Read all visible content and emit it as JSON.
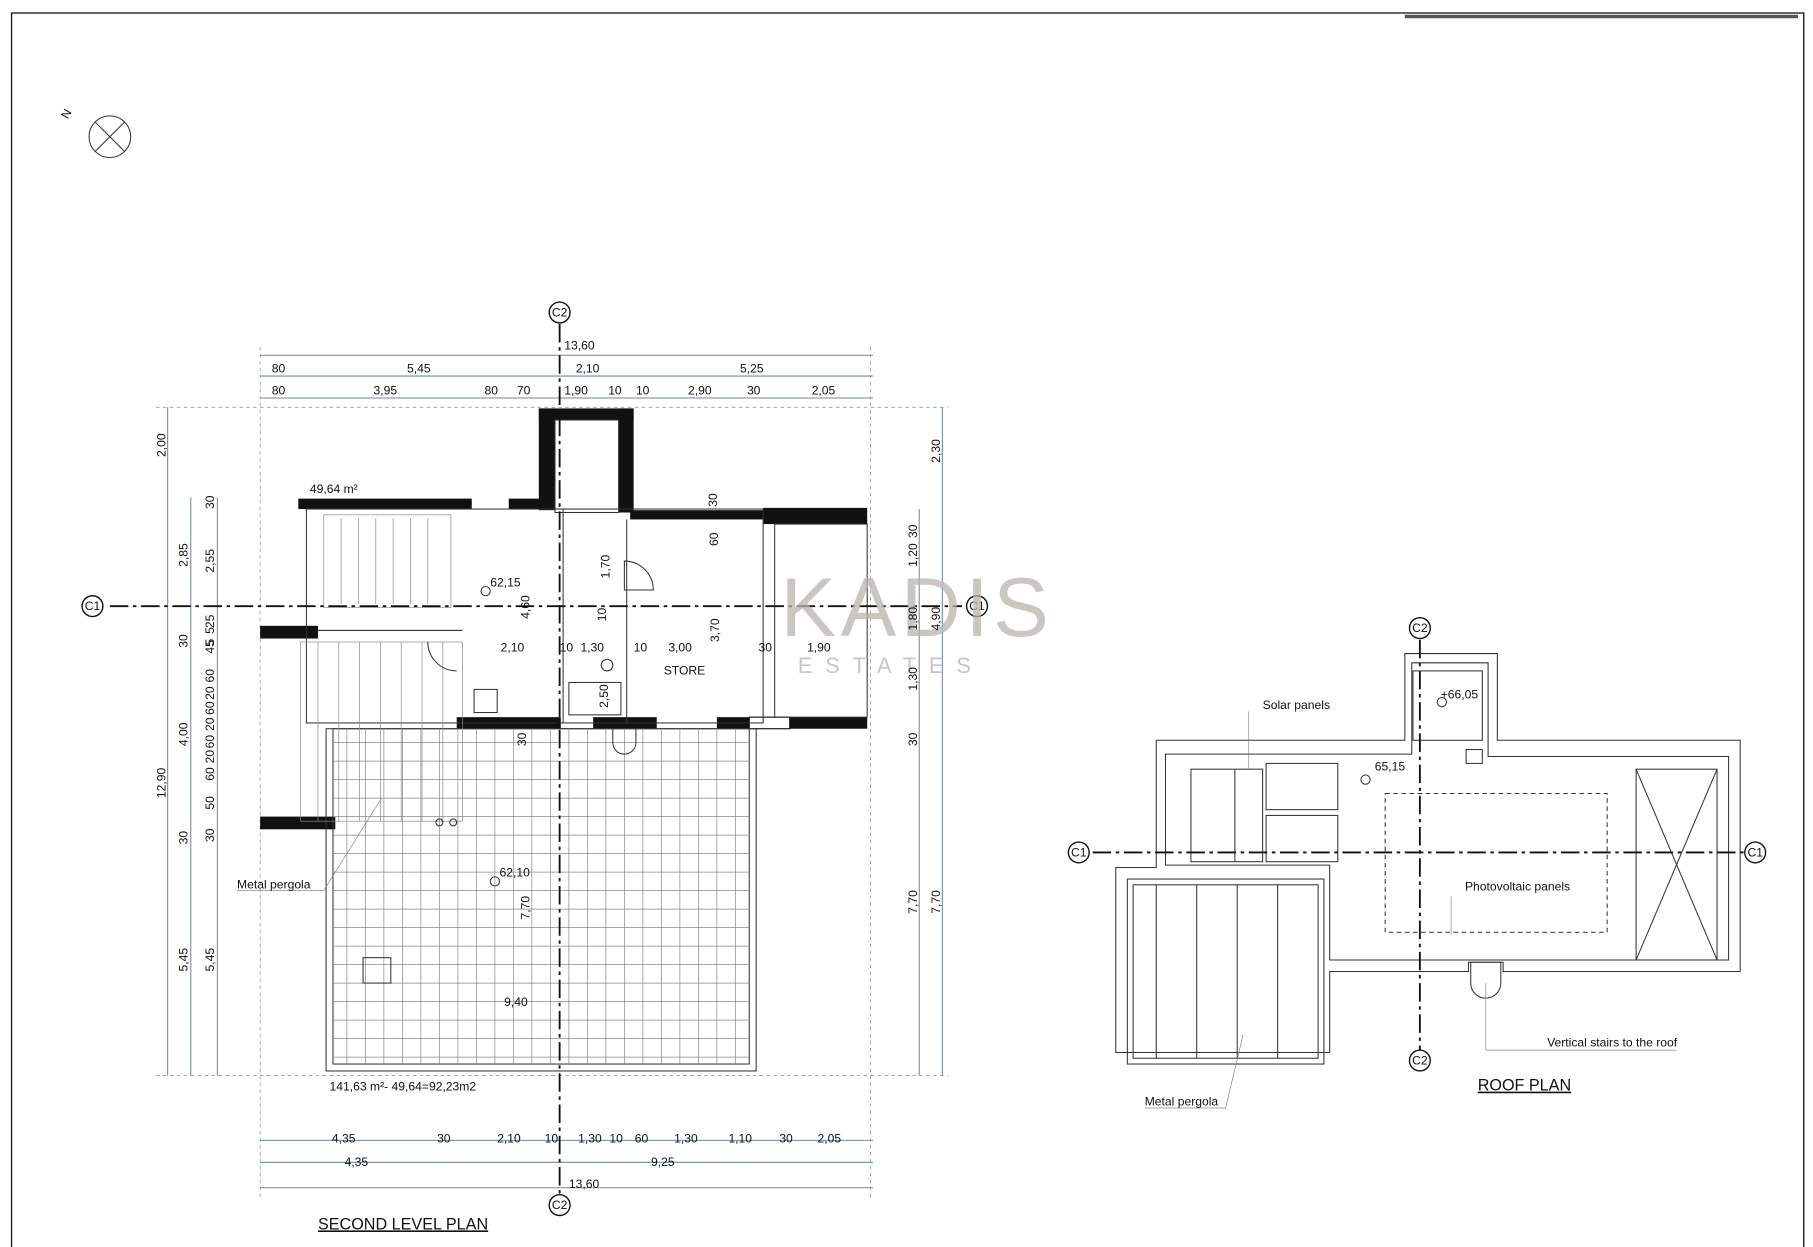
{
  "north_label": "N",
  "axis_labels": {
    "c1": "C1",
    "c2": "C2"
  },
  "watermark": {
    "brand": "KADIS",
    "sub": "ESTATES"
  },
  "second_level": {
    "title": "SECOND LEVEL PLAN",
    "area_top": "49,64 m²",
    "area_total": "141,63 m²- 49,64=92,23m2",
    "levels": [
      "62,15",
      "62,10"
    ],
    "room_store": "STORE",
    "pergola_label": "Metal pergola",
    "dims_top_total": "13,60",
    "dims_top_row1": [
      "80",
      "5,45",
      "2,10",
      "5,25"
    ],
    "dims_top_row2": [
      "80",
      "3,95",
      "80",
      "70",
      "1,90",
      "10",
      "10",
      "2,90",
      "30",
      "2,05"
    ],
    "dims_bottom_row1": [
      "4,35",
      "30",
      "2,10",
      "10",
      "1,30",
      "10",
      "60",
      "1,30",
      "1,10",
      "30",
      "2,05"
    ],
    "dims_bottom_row2": [
      "4,35",
      "9,25"
    ],
    "dims_bottom_total": "13,60",
    "dims_left_outer": [
      "2,00",
      "12,90"
    ],
    "dims_left_mid": [
      "2,85",
      "30",
      "4,00",
      "30",
      "5,45"
    ],
    "dims_left_inner": [
      "30",
      "2,55",
      "25",
      "5",
      "5",
      "45",
      "60",
      "20",
      "60",
      "20",
      "60",
      "20",
      "60",
      "50",
      "30",
      "5,45"
    ],
    "dims_right": [
      "2,30",
      "1,20",
      "30",
      "1,80",
      "4,90",
      "1,30",
      "30",
      "7,70",
      "7,70"
    ],
    "dims_interior": [
      "4,60",
      "2,10",
      "10",
      "1,30",
      "10",
      "3,00",
      "3,70",
      "30",
      "1,90",
      "1,70",
      "10",
      "2,50",
      "60",
      "30",
      "30",
      "7,70",
      "9,40"
    ]
  },
  "roof": {
    "title": "ROOF PLAN",
    "levels": [
      "+66,05",
      "65,15"
    ],
    "solar_label": "Solar panels",
    "pv_label": "Photovoltaic panels",
    "stairs_label": "Vertical stairs to the roof",
    "pergola_label": "Metal pergola"
  }
}
